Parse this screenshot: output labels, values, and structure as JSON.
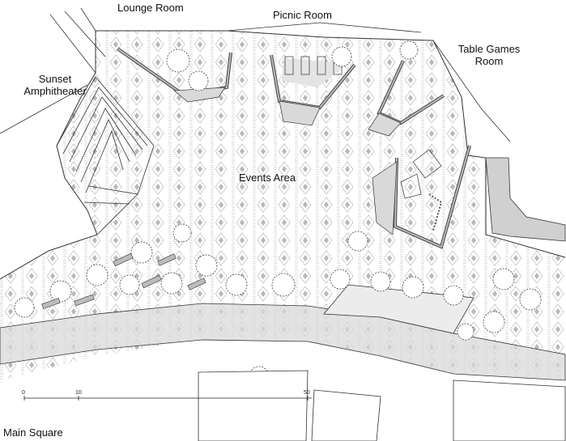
{
  "labels": {
    "lounge_room": "Lounge Room",
    "picnic_room": "Picnic Room",
    "table_games_room_line1": "Table Games",
    "table_games_room_line2": "Room",
    "sunset_line1": "Sunset",
    "sunset_line2": "Amphitheater",
    "events_area": "Events Area",
    "main_square": "Main Square"
  },
  "scale_bar": {
    "ticks": [
      "0",
      "10",
      "50"
    ]
  },
  "colors": {
    "ink": "#222222",
    "paving_pattern": "#9a9a9a",
    "band_fill": "#d9d9d9",
    "bench_fill": "#bcbcbc"
  }
}
